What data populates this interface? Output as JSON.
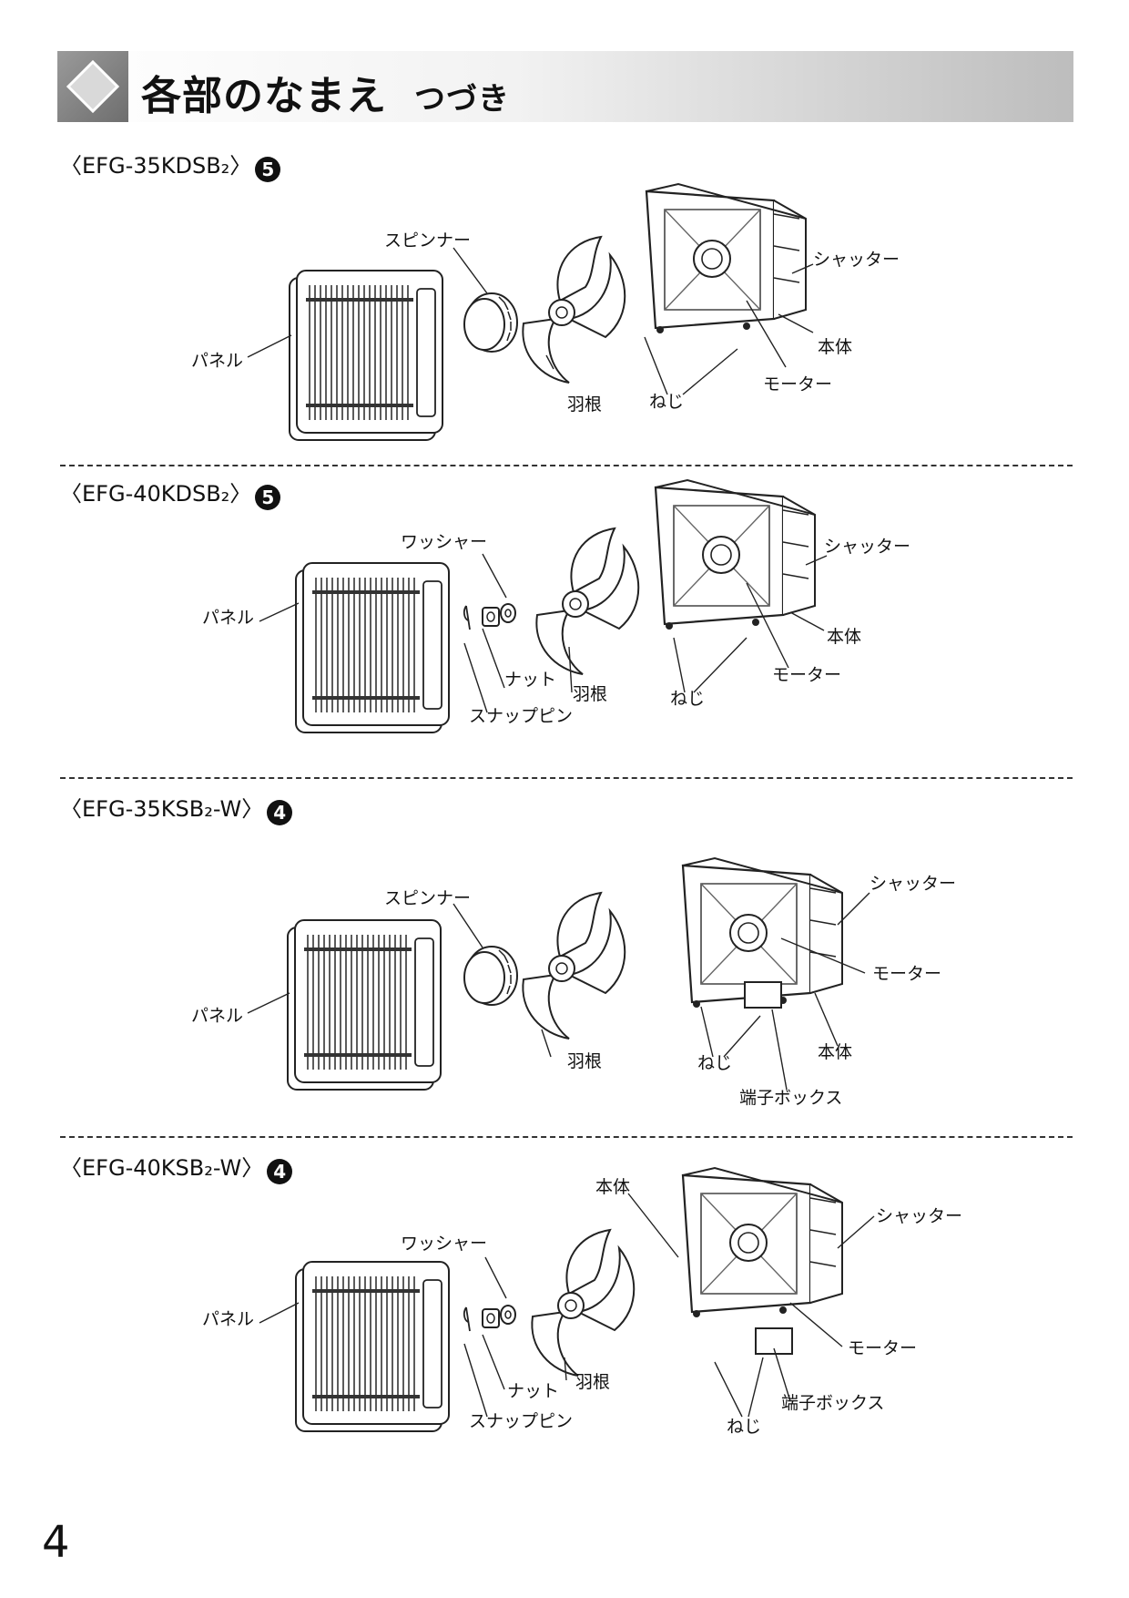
{
  "header": {
    "title": "各部のなまえ",
    "subtitle": "つづき"
  },
  "page_number": "4",
  "sections": [
    {
      "model": "〈EFG-35KDSB₂〉",
      "badge": "5",
      "labels": {
        "spinner": "スピンナー",
        "panel": "パネル",
        "blade": "羽根",
        "screws": "ねじ",
        "motor": "モーター",
        "body": "本体",
        "shutter": "シャッター"
      }
    },
    {
      "model": "〈EFG-40KDSB₂〉",
      "badge": "5",
      "labels": {
        "washer": "ワッシャー",
        "panel": "パネル",
        "nut": "ナット",
        "blade": "羽根",
        "snap_pin": "スナップピン",
        "screws": "ねじ",
        "motor": "モーター",
        "body": "本体",
        "shutter": "シャッター"
      }
    },
    {
      "model": "〈EFG-35KSB₂-W〉",
      "badge": "4",
      "labels": {
        "spinner": "スピンナー",
        "panel": "パネル",
        "blade": "羽根",
        "screws": "ねじ",
        "terminal_box": "端子ボックス",
        "body": "本体",
        "motor": "モーター",
        "shutter": "シャッター"
      }
    },
    {
      "model": "〈EFG-40KSB₂-W〉",
      "badge": "4",
      "labels": {
        "body": "本体",
        "washer": "ワッシャー",
        "panel": "パネル",
        "nut": "ナット",
        "blade": "羽根",
        "snap_pin": "スナップピン",
        "screws": "ねじ",
        "terminal_box": "端子ボックス",
        "motor": "モーター",
        "shutter": "シャッター"
      }
    }
  ]
}
